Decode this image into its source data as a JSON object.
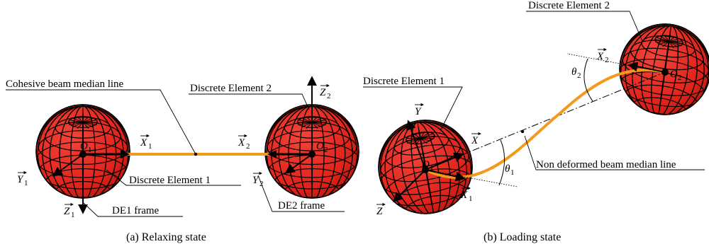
{
  "colors": {
    "sphere_fill": "#e8271c",
    "sphere_shade": "#a3160e",
    "beam": "#f39a1c",
    "grid": "#000000"
  },
  "panel_a": {
    "caption": "(a) Relaxing state",
    "label_beam_median": "Cohesive beam median line",
    "label_de1": "Discrete Element 1",
    "label_de2": "Discrete Element 2",
    "label_de1_frame": "DE1 frame",
    "label_de2_frame": "DE2 frame",
    "o1": {
      "main": "O",
      "sub": "1"
    },
    "o2": {
      "main": "O",
      "sub": "2"
    },
    "x1": {
      "main": "X",
      "sub": "1"
    },
    "y1": {
      "main": "Y",
      "sub": "1"
    },
    "z1": {
      "main": "Z",
      "sub": "1"
    },
    "x2": {
      "main": "X",
      "sub": "2"
    },
    "y2": {
      "main": "Y",
      "sub": "2"
    },
    "z2": {
      "main": "Z",
      "sub": "2"
    }
  },
  "panel_b": {
    "caption": "(b) Loading state",
    "label_de1": "Discrete Element 1",
    "label_de2": "Discrete Element 2",
    "label_non_deformed": "Non deformed beam median line",
    "o1": {
      "main": "O",
      "sub": "1"
    },
    "o2": {
      "main": "O",
      "sub": "2"
    },
    "x": {
      "main": "X"
    },
    "y": {
      "main": "Y"
    },
    "z": {
      "main": "Z"
    },
    "x1": {
      "main": "X",
      "sub": "1"
    },
    "x2": {
      "main": "X",
      "sub": "2"
    },
    "theta1": {
      "main": "θ",
      "sub": "1"
    },
    "theta2": {
      "main": "θ",
      "sub": "2"
    }
  }
}
